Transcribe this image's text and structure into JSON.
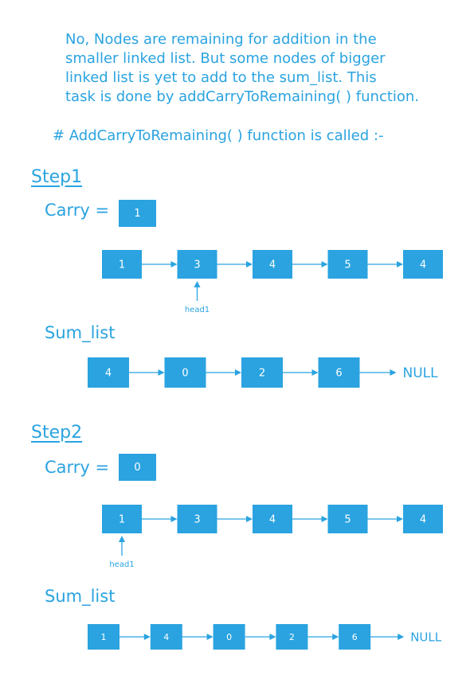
{
  "intro_lines": [
    "No,  Nodes are remaining for addition in the",
    "smaller linked list. But some nodes of bigger",
    "linked list is yet to add to the sum_list.  This",
    "task is done by addCarryToRemaining( ) function."
  ],
  "function_call": "# AddCarryToRemaining( ) function is called :-",
  "colors": {
    "accent": "#2aa3e0",
    "node_text": "#ffffff"
  },
  "steps": [
    {
      "title": "Step1",
      "carry_label": "Carry  =",
      "carry_value": "1",
      "list1": [
        "1",
        "3",
        "4",
        "5",
        "4"
      ],
      "head_label": "head1",
      "head_index": 1,
      "sum_label": "Sum_list",
      "sum_list": [
        "4",
        "0",
        "2",
        "6"
      ],
      "null_label": "NULL"
    },
    {
      "title": "Step2",
      "carry_label": "Carry  =",
      "carry_value": "0",
      "list1": [
        "1",
        "3",
        "4",
        "5",
        "4"
      ],
      "head_label": "head1",
      "head_index": 0,
      "sum_label": "Sum_list",
      "sum_list": [
        "1",
        "4",
        "0",
        "2",
        "6"
      ],
      "null_label": "NULL"
    }
  ]
}
